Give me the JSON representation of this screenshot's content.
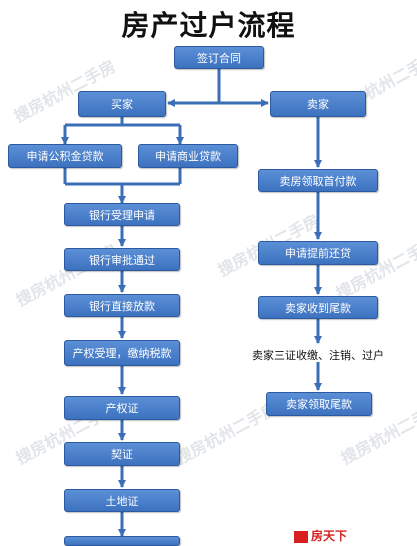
{
  "title": "房产过户流程",
  "nodes": {
    "sign_contract": "签订合同",
    "buyer": "买家",
    "seller": "卖家",
    "provident_loan": "申请公积金贷款",
    "commercial_loan": "申请商业贷款",
    "bank_accept": "银行受理申请",
    "bank_approve": "银行审批通过",
    "bank_disburse": "银行直接放款",
    "title_transfer": "产权受理，缴纳税款",
    "property_cert": "产权证",
    "deed_tax_cert": "契证",
    "land_cert": "土地证",
    "seller_down_payment": "卖房领取首付款",
    "early_repayment": "申请提前还贷",
    "seller_final_payment": "卖家收到尾款",
    "seller_cert_steps": "卖家三证收缴、注销、过户",
    "seller_collect_final": "卖家领取尾款"
  },
  "watermark": "搜房杭州二手房",
  "brand": "房天下",
  "colors": {
    "box_fill": "#4a80cc",
    "connector": "#3a6fb8",
    "title_text": "#111111",
    "brand": "#d62020"
  }
}
